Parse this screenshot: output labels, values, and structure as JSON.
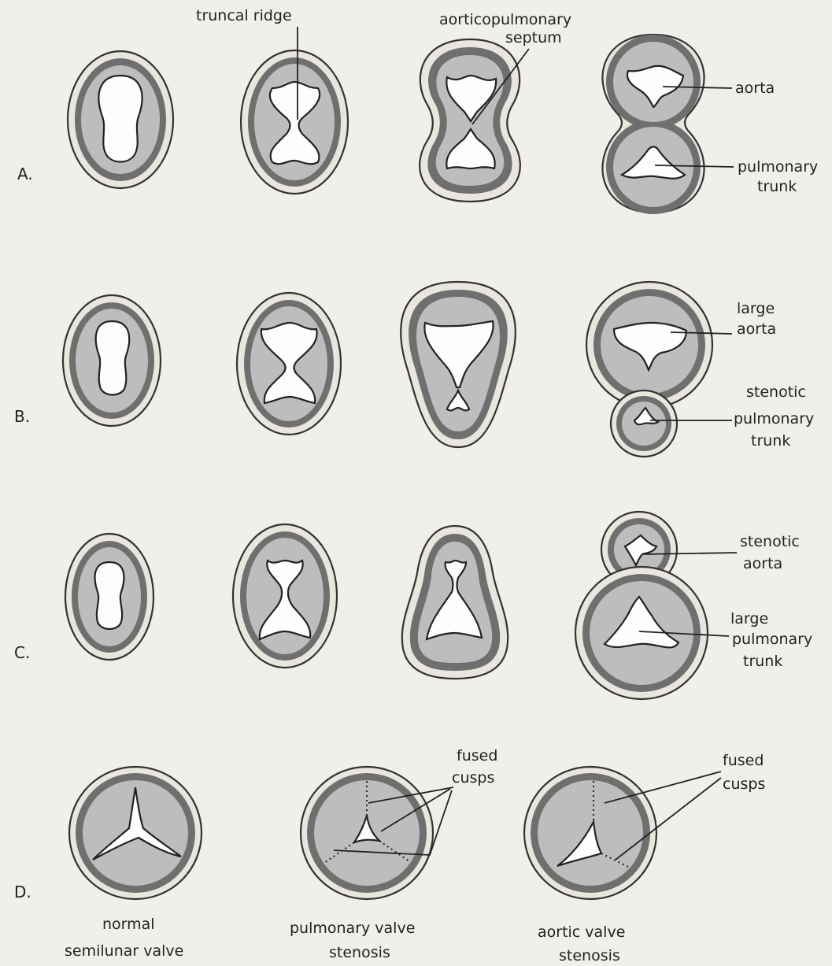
{
  "rows": {
    "a": "A.",
    "b": "B.",
    "c": "C.",
    "d": "D."
  },
  "labels": {
    "truncal_ridge": "truncal ridge",
    "aorticopulmonary_1": "aorticopulmonary",
    "aorticopulmonary_2": "septum",
    "aorta": "aorta",
    "pulmonary_trunk_1": "pulmonary",
    "pulmonary_trunk_2": "trunk",
    "large_aorta_1": "large",
    "large_aorta_2": "aorta",
    "stenotic_pulm_1": "stenotic",
    "stenotic_pulm_2": "pulmonary",
    "stenotic_pulm_3": "trunk",
    "stenotic_aorta_1": "stenotic",
    "stenotic_aorta_2": "aorta",
    "large_pulm_1": "large",
    "large_pulm_2": "pulmonary",
    "large_pulm_3": "trunk",
    "fused_cusps_1_a": "fused",
    "fused_cusps_1_b": "cusps",
    "fused_cusps_2_a": "fused",
    "fused_cusps_2_b": "cusps"
  },
  "captions": {
    "normal_1": "normal",
    "normal_2": "semilunar valve",
    "pulm_stenosis_1": "pulmonary valve",
    "pulm_stenosis_2": "stenosis",
    "aortic_stenosis_1": "aortic valve",
    "aortic_stenosis_2": "stenosis"
  }
}
